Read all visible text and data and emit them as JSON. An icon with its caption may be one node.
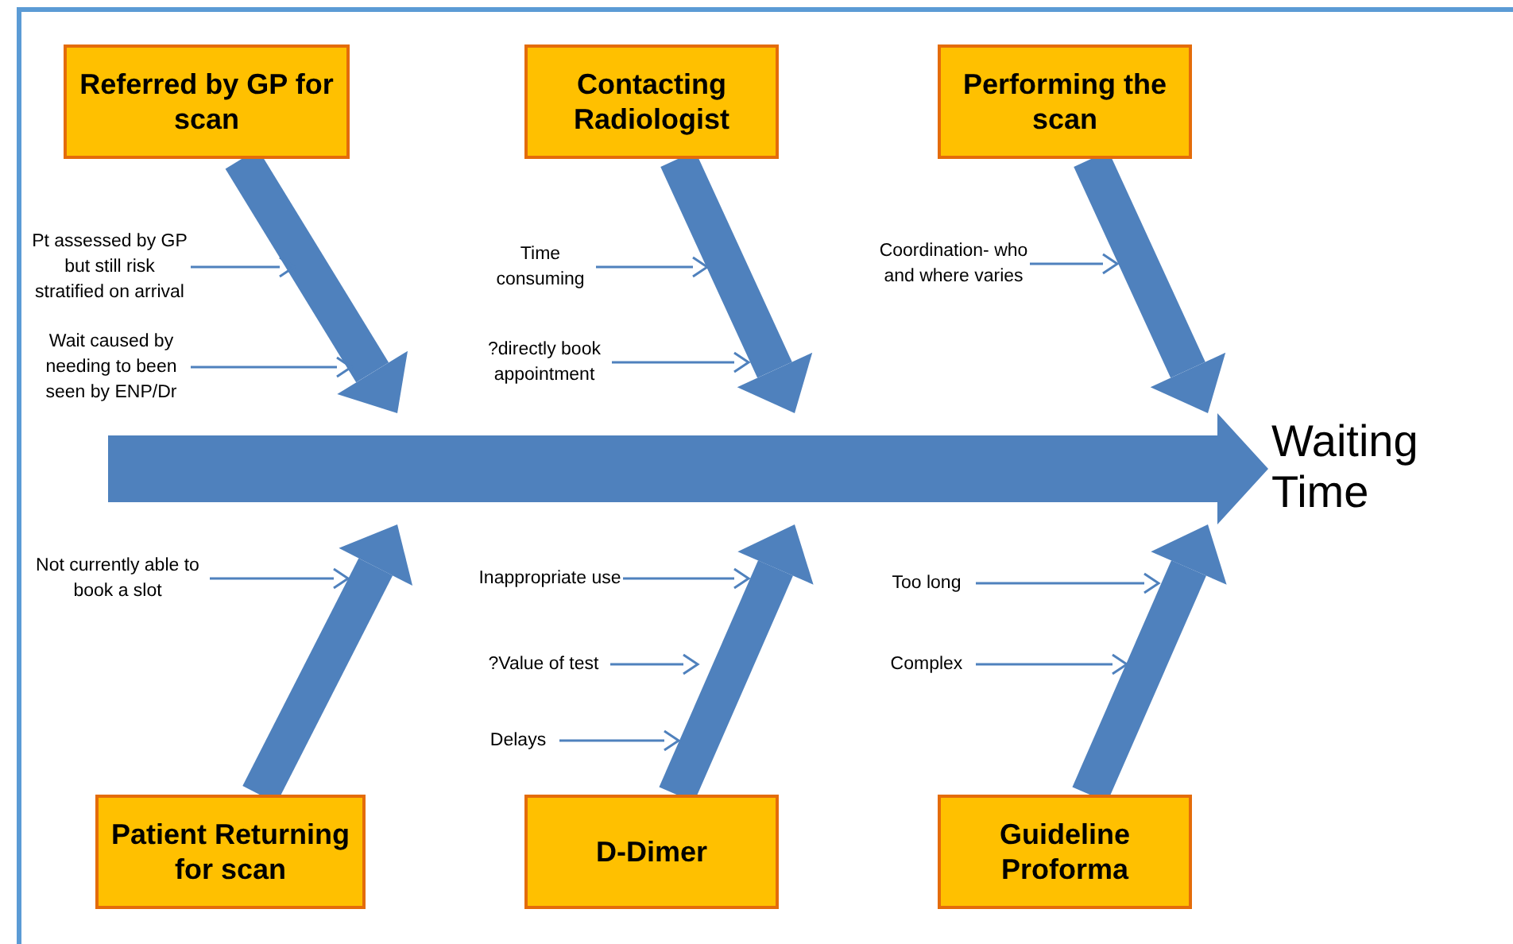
{
  "diagram": {
    "nodes": [
      {
        "text": [
          "Referred by GP for scan"
        ]
      },
      {
        "text": [
          "Contacting Radiologist"
        ]
      },
      {
        "text": [
          "Performing the scan"
        ]
      },
      {
        "text": [
          "Patient Returning for scan"
        ]
      },
      {
        "text": [
          "D-Dimer"
        ]
      },
      {
        "text": [
          "Guideline Proforma"
        ]
      },
      {
        "text": [],
        "shape": "arrow"
      },
      {
        "text": [
          "Pt assessed by GP but still risk stratified on arrival"
        ]
      },
      {
        "text": [
          "Wait caused by needing to been seen by ENP/Dr"
        ]
      },
      {
        "text": [
          "Time consuming"
        ]
      },
      {
        "text": [
          "?directly book appointment"
        ]
      },
      {
        "text": [
          "Coordination- who and where varies"
        ]
      },
      {
        "text": [
          "Not currently able to book a slot"
        ]
      },
      {
        "text": [
          "Inappropriate use"
        ]
      },
      {
        "text": [
          "?Value of test"
        ]
      },
      {
        "text": [
          "Delays"
        ]
      },
      {
        "text": [
          "Too long"
        ]
      },
      {
        "text": [
          "Complex"
        ]
      }
    ],
    "edges": [
      {
        "from": 0,
        "to": 6,
        "arrow": "to",
        "style": "thick"
      },
      {
        "from": 1,
        "to": 6,
        "arrow": "to",
        "style": "thick"
      },
      {
        "from": 2,
        "to": 6,
        "arrow": "to",
        "style": "thick"
      },
      {
        "from": 3,
        "to": 6,
        "arrow": "to",
        "style": "thick"
      },
      {
        "from": 4,
        "to": 6,
        "arrow": "to",
        "style": "thick"
      },
      {
        "from": 5,
        "to": 6,
        "arrow": "to",
        "style": "thick"
      },
      {
        "from": 7,
        "to": null,
        "arrow": "to"
      },
      {
        "from": 8,
        "to": null,
        "arrow": "to"
      },
      {
        "from": 9,
        "to": null,
        "arrow": "to"
      },
      {
        "from": 10,
        "to": null,
        "arrow": "to"
      },
      {
        "from": 11,
        "to": null,
        "arrow": "to"
      },
      {
        "from": 12,
        "to": null,
        "arrow": "to"
      },
      {
        "from": 13,
        "to": null,
        "arrow": "to"
      },
      {
        "from": 14,
        "to": null,
        "arrow": "to"
      },
      {
        "from": 15,
        "to": null,
        "arrow": "to"
      },
      {
        "from": 16,
        "to": null,
        "arrow": "to"
      },
      {
        "from": 17,
        "to": null,
        "arrow": "to"
      }
    ],
    "labels": [
      "Waiting Time"
    ]
  }
}
